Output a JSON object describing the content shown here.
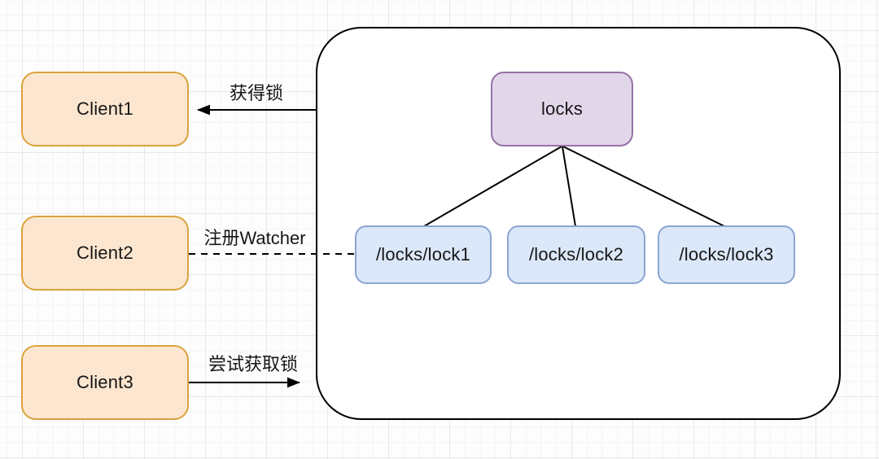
{
  "diagram": {
    "type": "zookeeper-distributed-lock-diagram",
    "clients": [
      {
        "label": "Client1"
      },
      {
        "label": "Client2"
      },
      {
        "label": "Client3"
      }
    ],
    "zk_tree": {
      "root": {
        "label": "locks"
      },
      "children": [
        {
          "label": "/locks/lock1"
        },
        {
          "label": "/locks/lock2"
        },
        {
          "label": "/locks/lock3"
        }
      ]
    },
    "edges": [
      {
        "from": "zk-container",
        "to": "Client1",
        "label": "获得锁",
        "style": "solid-arrow-left"
      },
      {
        "from": "Client2",
        "to": "/locks/lock1",
        "label": "注册Watcher",
        "style": "dashed-line"
      },
      {
        "from": "Client3",
        "to": "zk-container",
        "label": "尝试获取锁",
        "style": "solid-arrow-right"
      }
    ],
    "colors": {
      "client_fill": "#FCE6CF",
      "client_border": "#D9A33C",
      "root_fill": "#E2D6E9",
      "root_border": "#9673A6",
      "lock_fill": "#DBE8FA",
      "lock_border": "#8BA5D1",
      "container_border": "#000000",
      "edge_line": "#000000"
    }
  }
}
